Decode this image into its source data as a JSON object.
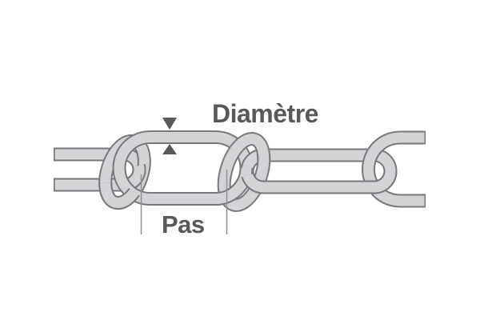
{
  "figure": {
    "type": "technical-diagram",
    "subject": "chain links with dimension annotations",
    "labels": {
      "diameter": "Diamètre",
      "pitch": "Pas"
    },
    "parts": [
      "left partial link (cut at left edge)",
      "left connecting ring",
      "main horizontal link (annotated)",
      "right connecting ring",
      "second horizontal link",
      "right partial link (cut ends)"
    ]
  },
  "icons": {
    "diameter_arrow_down": "▼",
    "diameter_arrow_up": "▲"
  },
  "colors": {
    "background": "#ffffff",
    "chain_fill": "#d3d4d5",
    "chain_outline": "#77787b",
    "label_text": "#58595b",
    "measure_line": "#8f9194"
  }
}
